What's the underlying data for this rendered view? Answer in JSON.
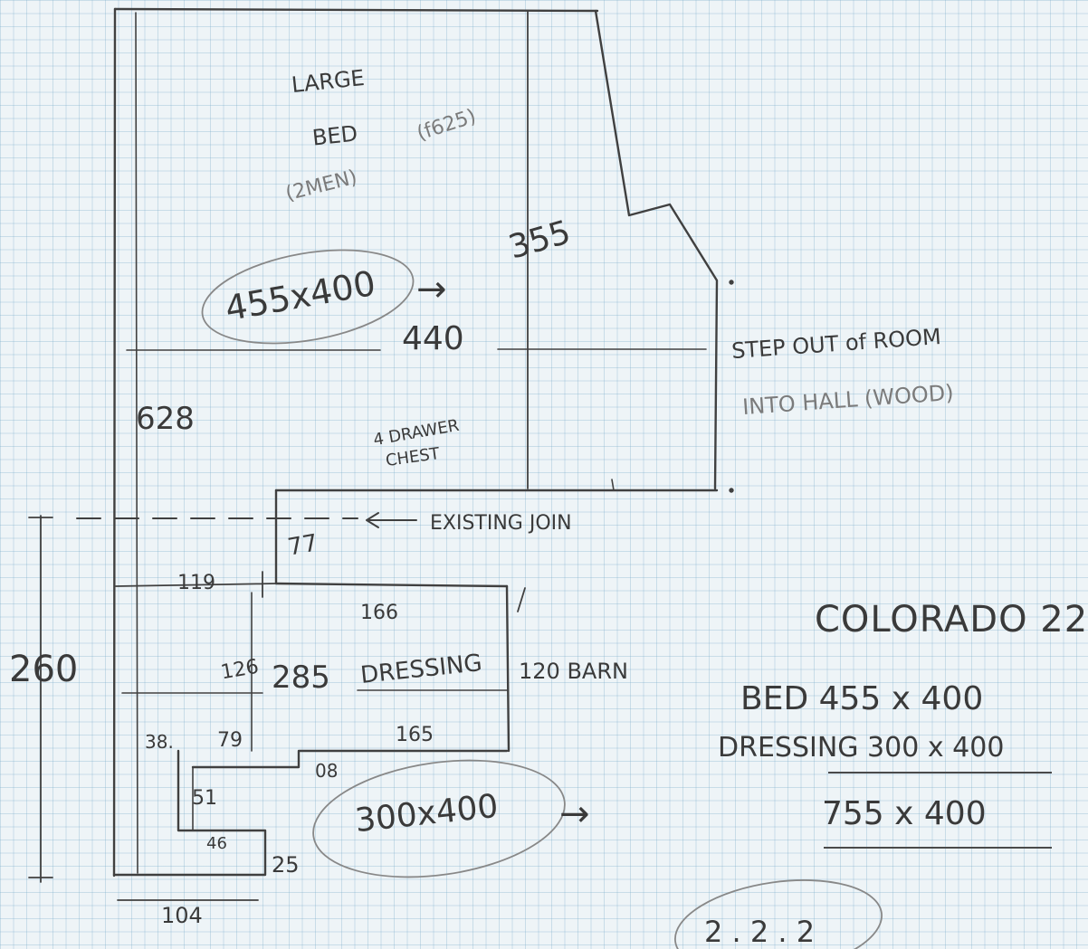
{
  "bedroom": {
    "label_line1": "LARGE",
    "label_line2": "BED",
    "label_line3": "(2MEN)",
    "label_line4": "(f625)",
    "area": "455x400",
    "area_arrow": "→",
    "height_dim": "355",
    "width_dim": "440",
    "side_dim": "628"
  },
  "drawer_chest": {
    "line1": "4 DRAWER",
    "line2": "CHEST"
  },
  "step_note": {
    "line1": "STEP OUT of ROOM",
    "line2": "INTO HALL (WOOD)"
  },
  "existing_join": {
    "arrow": "←",
    "label": "EXISTING JOIN",
    "dim": "77"
  },
  "dressing": {
    "dim_119": "119",
    "dim_166": "166",
    "label": "DRESSING",
    "dim_126": "126",
    "dim_285": "285",
    "dim_120": "120 BARN",
    "dim_38": "38.",
    "dim_79": "79",
    "dim_165": "165",
    "dim_08": "08",
    "dim_51": "51",
    "dim_46": "46",
    "dim_25": "25",
    "area": "300x400",
    "area_arrow": "→",
    "total_height": "260",
    "bottom_width": "104"
  },
  "summary": {
    "title": "COLORADO 22",
    "line1": "BED 455 x 400",
    "line2": "DRESSING 300 x 400",
    "total": "755 x 400",
    "partial": "2 . 2 . 2"
  }
}
